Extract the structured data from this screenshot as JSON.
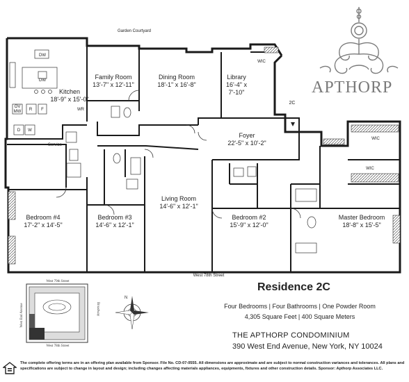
{
  "streets": {
    "top": "Garden Courtyard",
    "bottom": "West 78th Street"
  },
  "unit_marker": "2C",
  "rooms": [
    {
      "name": "Family Room",
      "dims": "13'-7\" x 12'-11\""
    },
    {
      "name": "Dining Room",
      "dims": "18'-1\" x 16'-8\""
    },
    {
      "name": "Library",
      "dims": "16'-4\" x",
      "dims2": "7'-10\""
    },
    {
      "name": "Kitchen",
      "dims": "18'-9\" x 15'-0\""
    },
    {
      "name": "Foyer",
      "dims": "22'-5\" x 10'-2\""
    },
    {
      "name": "Living Room",
      "dims": "14'-6\" x 12'-1\""
    },
    {
      "name": "Bedroom #4",
      "dims": "17'-2\" x 14'-5\""
    },
    {
      "name": "Bedroom #3",
      "dims": "14'-6\" x 12'-1\""
    },
    {
      "name": "Bedroom #2",
      "dims": "15'-9\" x 12'-0\""
    },
    {
      "name": "Master Bedroom",
      "dims": "18'-8\" x 15'-5\""
    }
  ],
  "small_labels": {
    "dw1": "DW",
    "dw2": "DW",
    "wic1": "WIC",
    "wic2": "WIC",
    "wic3": "WIC",
    "wr": "WR",
    "service": "Service",
    "r": "R",
    "f": "F",
    "d": "D",
    "w": "W",
    "ovmw1": "OV",
    "ovmw2": "MW"
  },
  "brand": {
    "name": "APTHORP"
  },
  "site_map": {
    "street_top": "West 79th Street",
    "street_bottom": "West 78th Street",
    "avenue_left": "West End Avenue",
    "avenue_right": "Broadway"
  },
  "compass_label": "N",
  "title": "Residence 2C",
  "features": "Four Bedrooms | Four Bathrooms | One Powder Room",
  "area": "4,305 Square Feet | 400 Square Meters",
  "condo": "THE APTHORP CONDOMINIUM",
  "address": "390 West End Avenue, New York, NY 10024",
  "disclaimer": "The complete offering terms are in an offering plan available from Sponsor. File No. CD-07-0555. All dimensions are approximate and are subject to normal construction variances and tolerances. All plans and specifications are subject to change in layout and design; including changes affecting materials appliances, equipments, fixtures and other construction details. Sponsor: Apthorp Associates LLC.",
  "colors": {
    "brand_gray": "#7a7a7a",
    "wall": "#1a1a1a"
  }
}
